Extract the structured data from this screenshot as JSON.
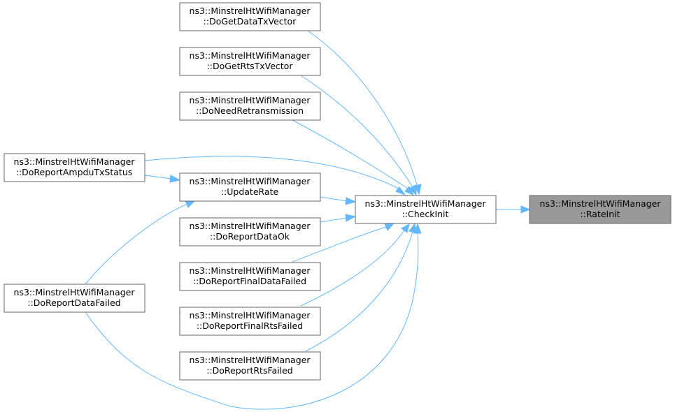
{
  "diagram": {
    "nodes": {
      "rate_init": {
        "line1": "ns3::MinstrelHtWifiManager",
        "line2": "::RateInit"
      },
      "check_init": {
        "line1": "ns3::MinstrelHtWifiManager",
        "line2": "::CheckInit"
      },
      "get_data_tx": {
        "line1": "ns3::MinstrelHtWifiManager",
        "line2": "::DoGetDataTxVector"
      },
      "get_rts_tx": {
        "line1": "ns3::MinstrelHtWifiManager",
        "line2": "::DoGetRtsTxVector"
      },
      "need_retx": {
        "line1": "ns3::MinstrelHtWifiManager",
        "line2": "::DoNeedRetransmission"
      },
      "update_rate": {
        "line1": "ns3::MinstrelHtWifiManager",
        "line2": "::UpdateRate"
      },
      "report_data_ok": {
        "line1": "ns3::MinstrelHtWifiManager",
        "line2": "::DoReportDataOk"
      },
      "report_final_data_failed": {
        "line1": "ns3::MinstrelHtWifiManager",
        "line2": "::DoReportFinalDataFailed"
      },
      "report_final_rts_failed": {
        "line1": "ns3::MinstrelHtWifiManager",
        "line2": "::DoReportFinalRtsFailed"
      },
      "report_rts_failed": {
        "line1": "ns3::MinstrelHtWifiManager",
        "line2": "::DoReportRtsFailed"
      },
      "report_ampdu_tx": {
        "line1": "ns3::MinstrelHtWifiManager",
        "line2": "::DoReportAmpduTxStatus"
      },
      "report_data_failed": {
        "line1": "ns3::MinstrelHtWifiManager",
        "line2": "::DoReportDataFailed"
      }
    }
  }
}
